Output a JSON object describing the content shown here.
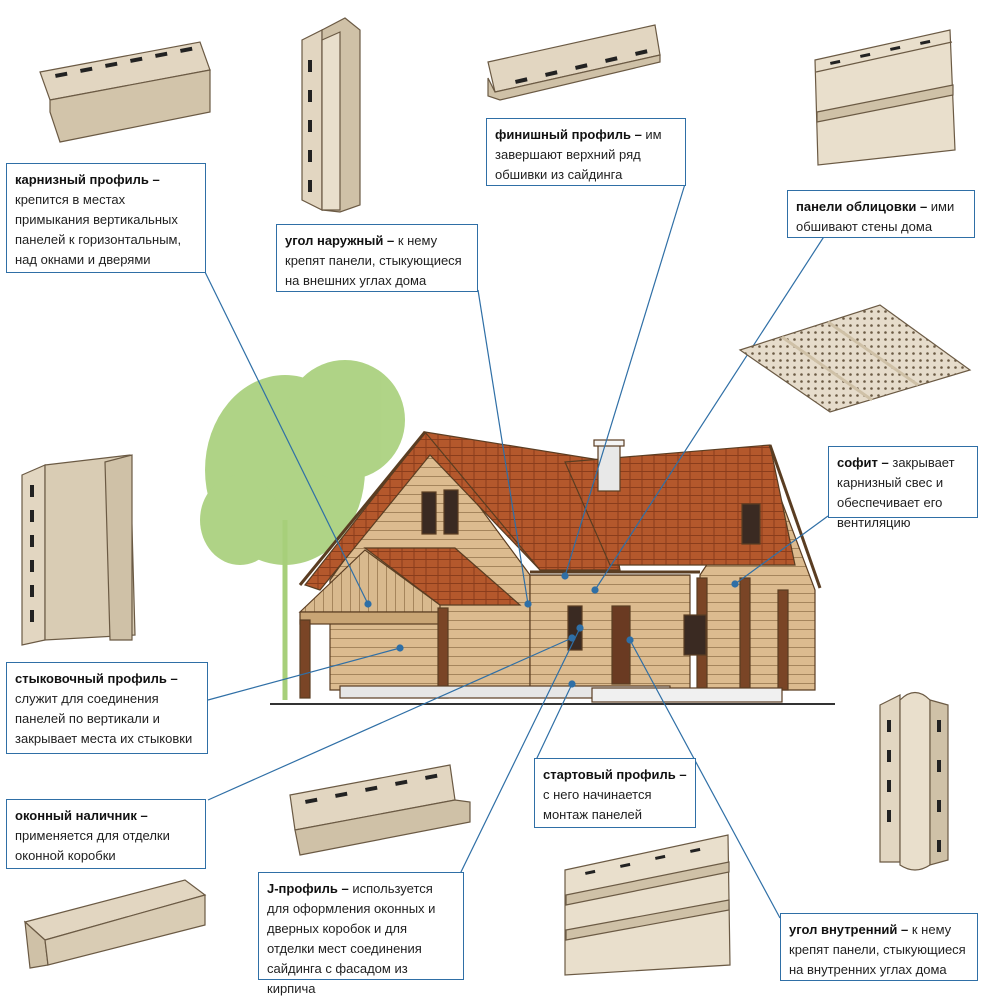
{
  "colors": {
    "callout_border": "#2f6fa6",
    "leader_line": "#2f6fa6",
    "profile_fill": "#e2d6c1",
    "profile_shade": "#c8b9a0",
    "roof": "#b4582c",
    "siding": "#dcbb8f",
    "tree": "#a7cf7a"
  },
  "callouts": [
    {
      "key": "eaves",
      "term": "карнизный профиль –",
      "text": " крепится в местах примыкания вертикальных панелей к горизонтальным, над окнами и дверями"
    },
    {
      "key": "outer_corner",
      "term": "угол наружный –",
      "text": " к нему крепят панели, стыкующиеся на внешних углах дома"
    },
    {
      "key": "finish",
      "term": "финишный профиль –",
      "text": " им завершают верхний ряд обшивки из сайдинга"
    },
    {
      "key": "panels",
      "term": "панели облицовки –",
      "text": " ими обшивают стены дома"
    },
    {
      "key": "soffit",
      "term": "софит –",
      "text": " закрывает карнизный свес и обеспечивает его вентиляцию"
    },
    {
      "key": "joint",
      "term": "стыковочный профиль –",
      "text": " служит для соединения панелей по вертикали и закрывает места их стыковки"
    },
    {
      "key": "window",
      "term": "оконный наличник –",
      "text": " применяется для отделки оконной коробки"
    },
    {
      "key": "starter",
      "term": "стартовый профиль –",
      "text": " с него начинается монтаж панелей"
    },
    {
      "key": "j_profile",
      "term": "J-профиль –",
      "text": " используется для оформления оконных и дверных коробок и для отделки мест соединения сайдинга с фасадом из кирпича"
    },
    {
      "key": "inner_corner",
      "term": "угол внутренний –",
      "text": " к нему крепят панели, стыкующиеся на внутренних углах дома"
    }
  ]
}
